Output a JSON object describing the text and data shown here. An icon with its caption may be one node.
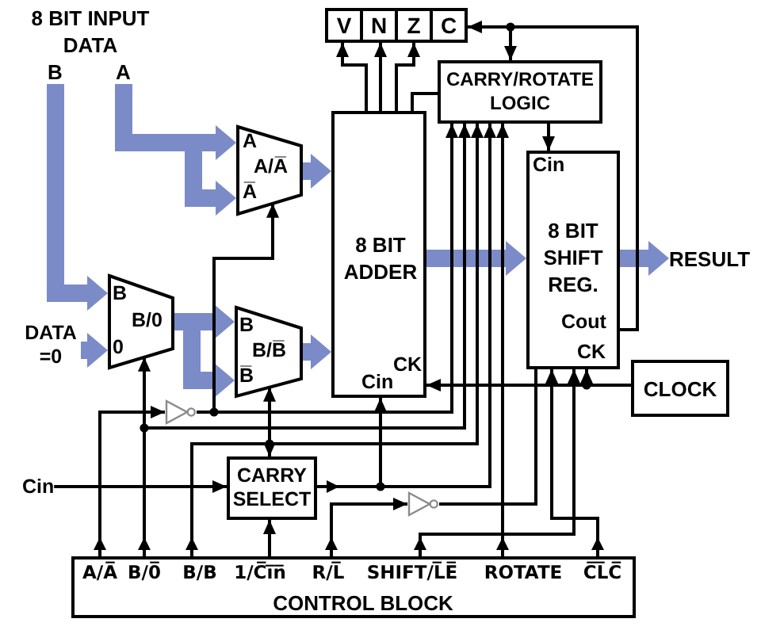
{
  "diagram": {
    "nodes": [
      {
        "text": [
          "V"
        ]
      },
      {
        "text": [
          "N"
        ]
      },
      {
        "text": [
          "Z"
        ]
      },
      {
        "text": [
          "C"
        ]
      },
      {
        "text": [
          "CARRY/ROTATE LOGIC"
        ]
      },
      {
        "text": [
          "B"
        ]
      },
      {
        "text": [
          "A"
        ]
      },
      {
        "text": [
          "A",
          "A/A̅",
          "A̅"
        ]
      },
      {
        "text": [
          "8 BIT ADDER",
          "CK",
          "Cin"
        ]
      },
      {
        "text": [
          "Cin",
          "8 BIT SHIFT REG.",
          "Cout",
          "CK"
        ]
      },
      {
        "text": [
          "RESULT"
        ]
      },
      {
        "text": [
          "B",
          "B/0",
          "0"
        ]
      },
      {
        "text": [
          "DATA =0"
        ]
      },
      {
        "text": [
          "B",
          "B/B̅",
          "B̅"
        ]
      },
      {
        "text": [
          "CLOCK"
        ]
      },
      {
        "text": [],
        "shape": "triangle"
      },
      {
        "text": [
          "Cin"
        ]
      },
      {
        "text": [
          "CARRY SELECT"
        ]
      },
      {
        "text": [],
        "shape": "triangle"
      },
      {
        "text": [
          "CONTROL BLOCK"
        ]
      },
      {
        "text": [
          "A/A̅"
        ],
        "in": 19
      },
      {
        "text": [
          "B/0̅"
        ],
        "in": 19
      },
      {
        "text": [
          "B/B"
        ],
        "in": 19
      },
      {
        "text": [
          "1/C̅i̅n̅"
        ],
        "in": 19
      },
      {
        "text": [
          "R/L̅"
        ],
        "in": 19
      },
      {
        "text": [
          "SHIFT/L̅E̅"
        ],
        "in": 19
      },
      {
        "text": [
          "ROTATE"
        ],
        "in": 19
      },
      {
        "text": [
          "C̅L̅C̅"
        ],
        "in": 19
      }
    ],
    "edges": [
      {
        "from": 6,
        "to": 7,
        "arrow": "to",
        "style": "thick",
        "color": "#7b8bc8"
      },
      {
        "from": 6,
        "to": 7,
        "arrow": "to",
        "style": "thick",
        "color": "#7b8bc8"
      },
      {
        "from": 5,
        "to": 11,
        "arrow": "to",
        "style": "thick",
        "color": "#7b8bc8"
      },
      {
        "from": 12,
        "to": 11,
        "arrow": "to",
        "style": "thick",
        "color": "#7b8bc8"
      },
      {
        "from": 11,
        "to": 13,
        "arrow": "to",
        "style": "thick",
        "color": "#7b8bc8"
      },
      {
        "from": 11,
        "to": 13,
        "arrow": "to",
        "style": "thick",
        "color": "#7b8bc8"
      },
      {
        "from": 7,
        "to": 8,
        "arrow": "to",
        "style": "thick",
        "color": "#7b8bc8"
      },
      {
        "from": 13,
        "to": 8,
        "arrow": "to",
        "style": "thick",
        "color": "#7b8bc8"
      },
      {
        "from": 8,
        "to": 9,
        "arrow": "to",
        "style": "thick",
        "color": "#7b8bc8"
      },
      {
        "from": 9,
        "to": 10,
        "arrow": "to",
        "style": "thick",
        "color": "#7b8bc8"
      },
      {
        "from": 8,
        "to": 0,
        "arrow": "to"
      },
      {
        "from": 8,
        "to": 1,
        "arrow": "to"
      },
      {
        "from": 8,
        "to": 2,
        "arrow": "to"
      },
      {
        "from": 8,
        "to": 4,
        "arrow": "none"
      },
      {
        "from": 9,
        "to": 3,
        "arrow": "to"
      },
      {
        "from": 9,
        "to": 4,
        "arrow": "to"
      },
      {
        "from": 4,
        "to": 9,
        "arrow": "to"
      },
      {
        "from": 14,
        "to": 8,
        "arrow": "to"
      },
      {
        "from": 14,
        "to": 9,
        "arrow": "to"
      },
      {
        "from": 20,
        "to": 15,
        "arrow": "to"
      },
      {
        "from": 15,
        "to": 7,
        "arrow": "to"
      },
      {
        "from": 15,
        "to": 4,
        "arrow": "to"
      },
      {
        "from": 21,
        "to": 11,
        "arrow": "to"
      },
      {
        "from": 21,
        "to": 4,
        "arrow": "to"
      },
      {
        "from": 22,
        "to": 13,
        "arrow": "to"
      },
      {
        "from": 22,
        "to": 17,
        "arrow": "to"
      },
      {
        "from": 22,
        "to": 4,
        "arrow": "to"
      },
      {
        "from": 16,
        "to": 17,
        "arrow": "to"
      },
      {
        "from": 23,
        "to": 17,
        "arrow": "to"
      },
      {
        "from": 17,
        "to": 8,
        "arrow": "to"
      },
      {
        "from": 17,
        "to": 4,
        "arrow": "to"
      },
      {
        "from": 24,
        "to": 18,
        "arrow": "to"
      },
      {
        "from": 18,
        "to": 9,
        "arrow": "none"
      },
      {
        "from": 25,
        "to": 9,
        "arrow": "to"
      },
      {
        "from": 26,
        "to": 4,
        "arrow": "to"
      },
      {
        "from": 27,
        "to": 9,
        "arrow": "to"
      }
    ],
    "labels": [
      "8 BIT INPUT DATA"
    ]
  }
}
